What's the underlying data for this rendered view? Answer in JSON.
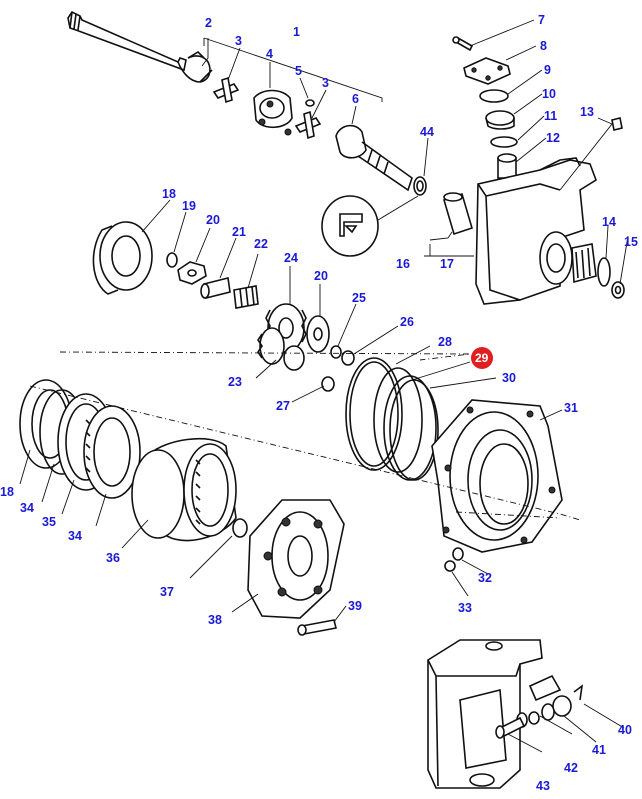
{
  "diagram": {
    "kind": "exploded-parts-view",
    "highlight_color": "#e02020",
    "callout_color": "#1a1ad6",
    "callouts": {
      "c1": "1",
      "c2": "2",
      "c3a": "3",
      "c3b": "3",
      "c4": "4",
      "c5": "5",
      "c6": "6",
      "c7": "7",
      "c8": "8",
      "c9": "9",
      "c10": "10",
      "c11": "11",
      "c12": "12",
      "c13": "13",
      "c14": "14",
      "c15": "15",
      "c16": "16",
      "c17": "17",
      "c18a": "18",
      "c18b": "18",
      "c19": "19",
      "c20a": "20",
      "c20b": "20",
      "c21": "21",
      "c22": "22",
      "c23": "23",
      "c24": "24",
      "c25": "25",
      "c26": "26",
      "c27": "27",
      "c28": "28",
      "c29": "29",
      "c30": "30",
      "c31": "31",
      "c32": "32",
      "c33": "33",
      "c34a": "34",
      "c34b": "34",
      "c35": "35",
      "c36": "36",
      "c37": "37",
      "c38": "38",
      "c39": "39",
      "c40": "40",
      "c41": "41",
      "c42": "42",
      "c43": "43",
      "c44": "44"
    }
  }
}
